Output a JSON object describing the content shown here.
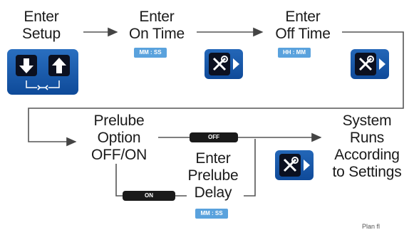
{
  "steps": {
    "enter_setup": "Enter\nSetup",
    "enter_on_time": "Enter\nOn Time",
    "enter_off_time": "Enter\nOff Time",
    "prelube_option": "Prelube\nOption\nOFF/ON",
    "enter_prelube_delay": "Enter\nPrelube\nDelay",
    "system_runs": "System\nRuns\nAccording\nto Settings"
  },
  "tags": {
    "on_time_format": "MM : SS",
    "off_time_format": "HH : MM",
    "prelube_delay_format": "MM : SS",
    "off_branch": "OFF",
    "on_branch": "ON"
  },
  "footer_text": "Plan fl",
  "colors": {
    "button_blue": "#1a5cad",
    "tag_blue": "#5aa2dd",
    "dark": "#1a1a1a"
  },
  "icons": [
    "down-arrow-key-icon",
    "up-arrow-key-icon",
    "wrench-icon",
    "wrench-arrow-button-icon"
  ]
}
